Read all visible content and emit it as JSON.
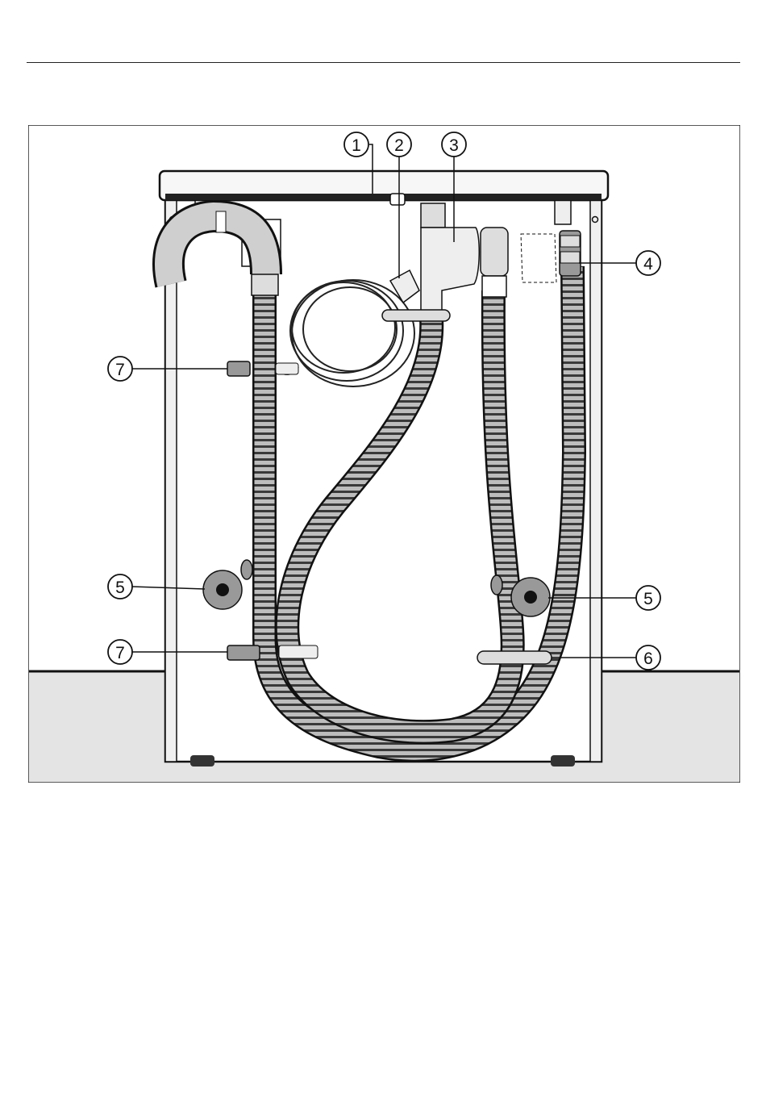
{
  "diagram": {
    "callouts": [
      {
        "id": "1",
        "label": "1"
      },
      {
        "id": "2",
        "label": "2"
      },
      {
        "id": "3",
        "label": "3"
      },
      {
        "id": "4",
        "label": "4"
      },
      {
        "id": "5a",
        "label": "5"
      },
      {
        "id": "5b",
        "label": "5"
      },
      {
        "id": "6",
        "label": "6"
      },
      {
        "id": "7a",
        "label": "7"
      },
      {
        "id": "7b",
        "label": "7"
      }
    ]
  }
}
